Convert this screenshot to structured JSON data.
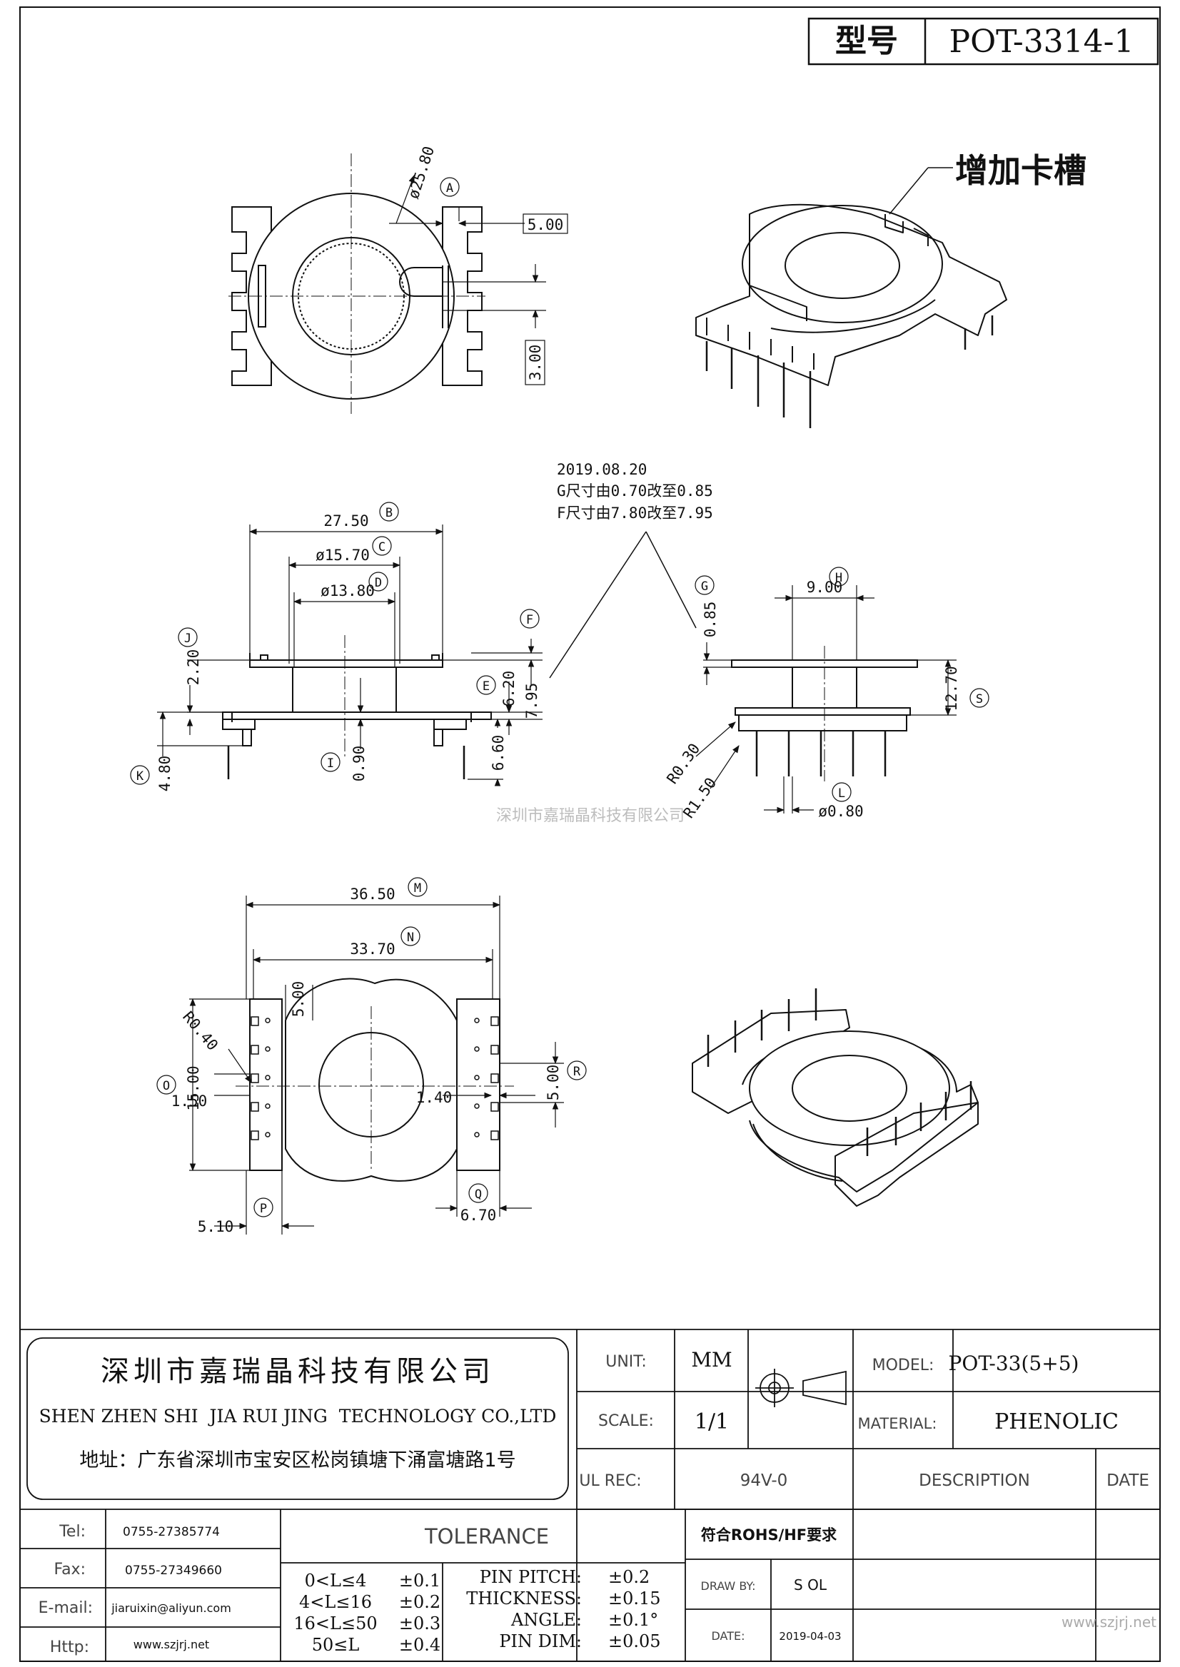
{
  "header": {
    "model_label": "型号",
    "model_value": "POT-3314-1"
  },
  "note": {
    "slot": "增加卡槽",
    "revision_date": "2019.08.20",
    "revision_g": "G尺寸由0.70改至0.85",
    "revision_f": "F尺寸由7.80改至7.95"
  },
  "watermark": "深圳市嘉瑞晶科技有限公司",
  "dims": {
    "A": "A",
    "B": "B",
    "C": "C",
    "D": "D",
    "E": "E",
    "F": "F",
    "G": "G",
    "H": "H",
    "I": "I",
    "J": "J",
    "K": "K",
    "L": "L",
    "M": "M",
    "N": "N",
    "O": "O",
    "P": "P",
    "Q": "Q",
    "R": "R",
    "S": "S",
    "d_25_80": "ø25.80",
    "d_5_00": "5.00",
    "d_3_00": "3.00",
    "d_27_50": "27.50",
    "d_15_70": "ø15.70",
    "d_13_80": "ø13.80",
    "d_2_20": "2.20",
    "d_4_80": "4.80",
    "d_0_90": "0.90",
    "d_6_20": "6.20",
    "d_7_95": "7.95",
    "d_6_60": "6.60",
    "d_0_85": "0.85",
    "d_9_00": "9.00",
    "d_12_70": "12.70",
    "d_r030": "R0.30",
    "d_r150": "R1.50",
    "d_0_80": "ø0.80",
    "d_36_50": "36.50",
    "d_33_70": "33.70",
    "d_5_00b": "5.00",
    "d_r040": "R0.40",
    "d_15_00": "15.00",
    "d_1_50": "1.50",
    "d_1_40": "1.40",
    "d_5_00c": "5.00",
    "d_5_10": "5.10",
    "d_6_70": "6.70"
  },
  "company": {
    "name_cn": "深圳市嘉瑞晶科技有限公司",
    "name_en": "SHEN ZHEN SHI  JIA RUI JING  TECHNOLOGY CO.,LTD",
    "address": "地址：广东省深圳市宝安区松岗镇塘下涌富塘路1号"
  },
  "contact": {
    "tel_label": "Tel:",
    "tel": "0755-27385774",
    "fax_label": "Fax:",
    "fax": "0755-27349660",
    "email_label": "E-mail:",
    "email": "jiaruixin@aliyun.com",
    "http_label": "Http:",
    "http": "www.szjrj.net"
  },
  "spec": {
    "unit_label": "UNIT:",
    "unit": "MM",
    "scale_label": "SCALE:",
    "scale": "1/1",
    "ul_label": "UL REC:",
    "ul": "94V-0",
    "model_label": "MODEL:",
    "model": "POT-33(5+5)",
    "material_label": "MATERIAL:",
    "material": "PHENOLIC",
    "description_label": "DESCRIPTION",
    "date_label": "DATE",
    "rohs": "符合ROHS/HF要求",
    "draw_by_label": "DRAW BY:",
    "draw_by": "S OL",
    "date2_label": "DATE:",
    "date2": "2019-04-03"
  },
  "tolerance": {
    "title": "TOLERANCE",
    "rows": [
      {
        "range": "0<L≤4",
        "tol": "±0.1",
        "name": "PIN PITCH:",
        "val": "±0.2"
      },
      {
        "range": "4<L≤16",
        "tol": "±0.2",
        "name": "THICKNESS:",
        "val": "±0.15"
      },
      {
        "range": "16<L≤50",
        "tol": "±0.3",
        "name": "ANGLE:",
        "val": "±0.1°"
      },
      {
        "range": "50≤L",
        "tol": "±0.4",
        "name": "PIN DIM:",
        "val": "±0.05"
      }
    ]
  },
  "site": "www.szjrj.net"
}
